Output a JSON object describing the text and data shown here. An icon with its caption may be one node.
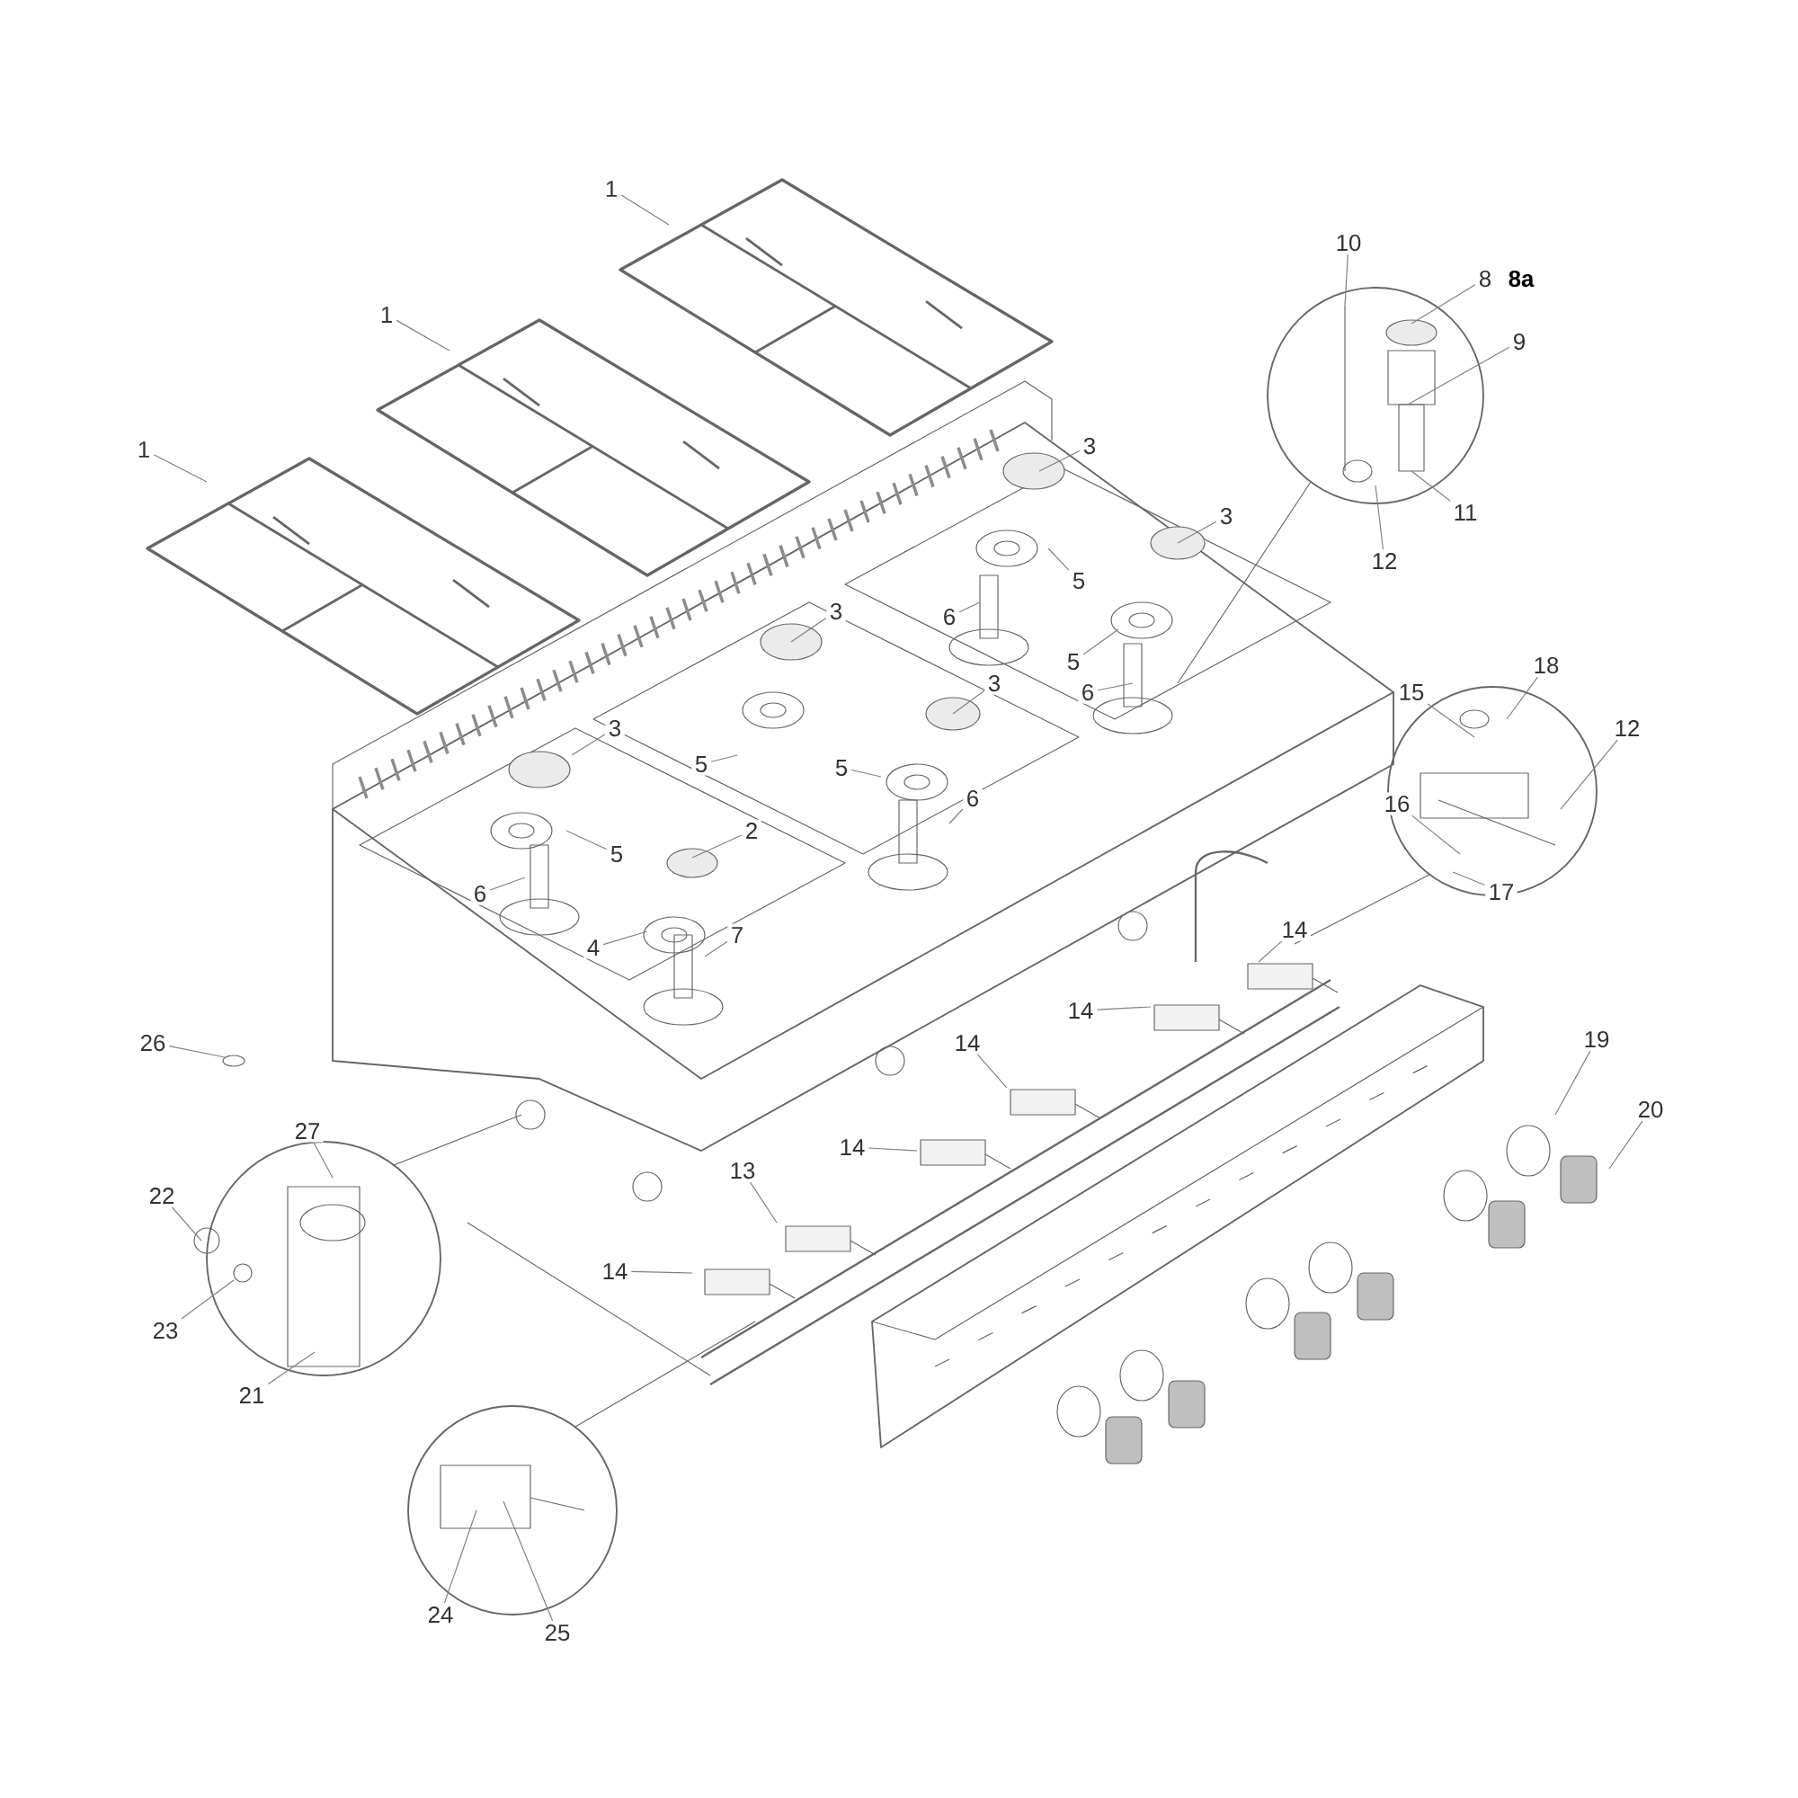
{
  "diagram": {
    "nodes": [
      {
        "text": [
          "1"
        ]
      },
      {
        "text": [
          "1"
        ]
      },
      {
        "text": [
          "1"
        ]
      },
      {
        "text": [
          "10"
        ]
      },
      {
        "text": [
          "8"
        ]
      },
      {
        "text": [
          "9"
        ]
      },
      {
        "text": [
          "3"
        ]
      },
      {
        "text": [
          "3"
        ]
      },
      {
        "text": [
          "11"
        ]
      },
      {
        "text": [
          "12"
        ]
      },
      {
        "text": [
          "5"
        ]
      },
      {
        "text": [
          "6"
        ]
      },
      {
        "text": [
          "3"
        ]
      },
      {
        "text": [
          "5"
        ]
      },
      {
        "text": [
          "6"
        ]
      },
      {
        "text": [
          "3"
        ]
      },
      {
        "text": [
          "15"
        ]
      },
      {
        "text": [
          "18"
        ]
      },
      {
        "text": [
          "12"
        ]
      },
      {
        "text": [
          "3"
        ]
      },
      {
        "text": [
          "5"
        ]
      },
      {
        "text": [
          "5"
        ]
      },
      {
        "text": [
          "6"
        ]
      },
      {
        "text": [
          "2"
        ]
      },
      {
        "text": [
          "16"
        ]
      },
      {
        "text": [
          "17"
        ]
      },
      {
        "text": [
          "5"
        ]
      },
      {
        "text": [
          "6"
        ]
      },
      {
        "text": [
          "14"
        ]
      },
      {
        "text": [
          "4"
        ]
      },
      {
        "text": [
          "7"
        ]
      },
      {
        "text": [
          "14"
        ]
      },
      {
        "text": [
          "26"
        ]
      },
      {
        "text": [
          "14"
        ]
      },
      {
        "text": [
          "19"
        ]
      },
      {
        "text": [
          "20"
        ]
      },
      {
        "text": [
          "27"
        ]
      },
      {
        "text": [
          "14"
        ]
      },
      {
        "text": [
          "13"
        ]
      },
      {
        "text": [
          "22"
        ]
      },
      {
        "text": [
          "14"
        ]
      },
      {
        "text": [
          "23"
        ]
      },
      {
        "text": [
          "21"
        ]
      },
      {
        "text": [
          "24"
        ]
      },
      {
        "text": [
          "25"
        ]
      }
    ],
    "edges": [
      {
        "from": 0,
        "to": null,
        "arrow": "none"
      },
      {
        "from": 1,
        "to": null,
        "arrow": "none"
      },
      {
        "from": 2,
        "to": null,
        "arrow": "none"
      },
      {
        "from": 3,
        "to": null,
        "arrow": "none"
      },
      {
        "from": 4,
        "to": null,
        "arrow": "none"
      },
      {
        "from": 5,
        "to": null,
        "arrow": "none"
      },
      {
        "from": 6,
        "to": null,
        "arrow": "none"
      },
      {
        "from": 7,
        "to": null,
        "arrow": "none"
      },
      {
        "from": 8,
        "to": null,
        "arrow": "none"
      },
      {
        "from": 9,
        "to": null,
        "arrow": "none"
      },
      {
        "from": 10,
        "to": null,
        "arrow": "none"
      },
      {
        "from": 11,
        "to": null,
        "arrow": "none"
      },
      {
        "from": 12,
        "to": null,
        "arrow": "none"
      },
      {
        "from": 13,
        "to": null,
        "arrow": "none"
      },
      {
        "from": 14,
        "to": null,
        "arrow": "none"
      },
      {
        "from": 15,
        "to": null,
        "arrow": "none"
      },
      {
        "from": 16,
        "to": null,
        "arrow": "none"
      },
      {
        "from": 17,
        "to": null,
        "arrow": "none"
      },
      {
        "from": 18,
        "to": null,
        "arrow": "none"
      },
      {
        "from": 19,
        "to": null,
        "arrow": "none"
      },
      {
        "from": 20,
        "to": null,
        "arrow": "none"
      },
      {
        "from": 21,
        "to": null,
        "arrow": "none"
      },
      {
        "from": 22,
        "to": null,
        "arrow": "none"
      },
      {
        "from": 23,
        "to": null,
        "arrow": "none"
      },
      {
        "from": 24,
        "to": null,
        "arrow": "none"
      },
      {
        "from": 25,
        "to": null,
        "arrow": "none"
      },
      {
        "from": 26,
        "to": null,
        "arrow": "none"
      },
      {
        "from": 27,
        "to": null,
        "arrow": "none"
      },
      {
        "from": 28,
        "to": null,
        "arrow": "none"
      },
      {
        "from": 29,
        "to": null,
        "arrow": "none"
      },
      {
        "from": 30,
        "to": null,
        "arrow": "none"
      },
      {
        "from": 31,
        "to": null,
        "arrow": "none"
      },
      {
        "from": 32,
        "to": null,
        "arrow": "none"
      },
      {
        "from": 33,
        "to": null,
        "arrow": "none"
      },
      {
        "from": 34,
        "to": null,
        "arrow": "none"
      },
      {
        "from": 35,
        "to": null,
        "arrow": "none"
      },
      {
        "from": 36,
        "to": null,
        "arrow": "none"
      },
      {
        "from": 37,
        "to": null,
        "arrow": "none"
      },
      {
        "from": 38,
        "to": null,
        "arrow": "none"
      },
      {
        "from": 39,
        "to": null,
        "arrow": "none"
      },
      {
        "from": 40,
        "to": null,
        "arrow": "none"
      },
      {
        "from": 41,
        "to": null,
        "arrow": "none"
      },
      {
        "from": 42,
        "to": null,
        "arrow": "none"
      },
      {
        "from": 43,
        "to": null,
        "arrow": "none"
      },
      {
        "from": 44,
        "to": null,
        "arrow": "none"
      }
    ],
    "labels": [
      "8a"
    ]
  }
}
